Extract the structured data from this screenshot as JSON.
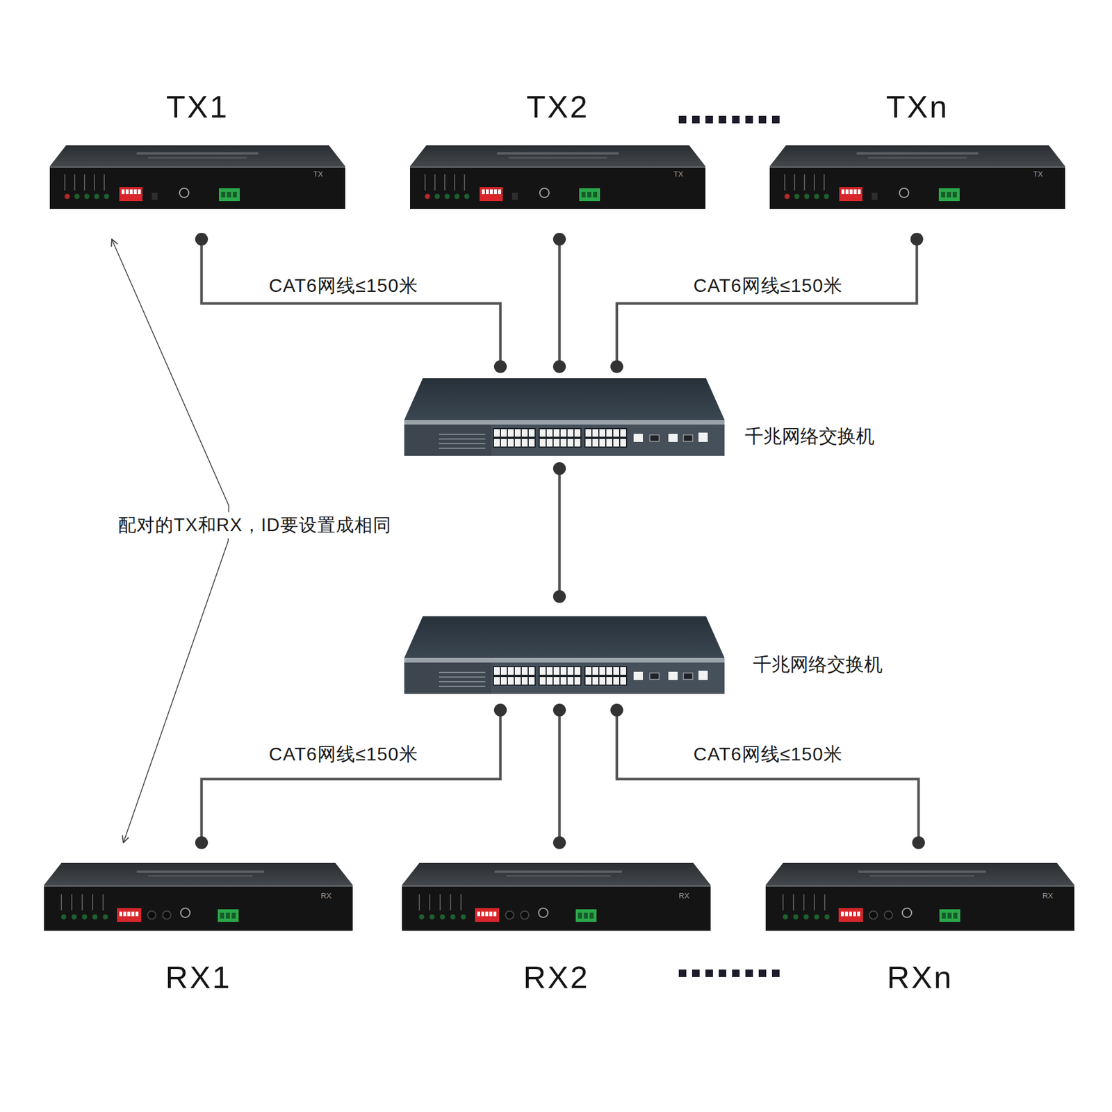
{
  "diagram": {
    "nodes": [
      {
        "text": [
          "TX1",
          "TX"
        ]
      },
      {
        "text": [
          "TX2",
          "TX"
        ]
      },
      {
        "text": [
          "TXn",
          "TX"
        ]
      },
      {
        "text": [
          "千兆网络交换机"
        ]
      },
      {
        "text": [
          "千兆网络交换机"
        ]
      },
      {
        "text": [
          "RX1",
          "RX"
        ]
      },
      {
        "text": [
          "RX2",
          "RX"
        ]
      },
      {
        "text": [
          "RXn",
          "RX"
        ]
      }
    ],
    "edges": [
      {
        "from": 0,
        "to": 3,
        "arrow": "none",
        "label": "CAT6网线≤150米"
      },
      {
        "from": 1,
        "to": 3,
        "arrow": "none"
      },
      {
        "from": 2,
        "to": 3,
        "arrow": "none",
        "label": "CAT6网线≤150米"
      },
      {
        "from": 3,
        "to": 4,
        "arrow": "none"
      },
      {
        "from": 4,
        "to": 5,
        "arrow": "none",
        "label": "CAT6网线≤150米"
      },
      {
        "from": 4,
        "to": 6,
        "arrow": "none"
      },
      {
        "from": 4,
        "to": 7,
        "arrow": "none",
        "label": "CAT6网线≤150米"
      },
      {
        "from": 0,
        "to": 5,
        "arrow": "both",
        "label": "配对的TX和RX，ID要设置成相同"
      }
    ]
  }
}
